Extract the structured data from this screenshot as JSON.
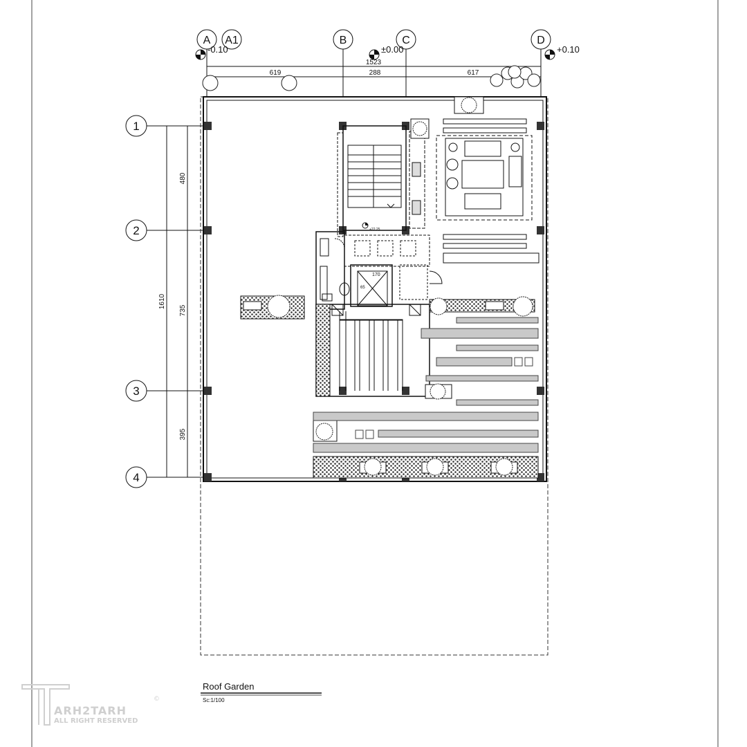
{
  "grid": {
    "cols": [
      "A",
      "A1",
      "B",
      "C",
      "D"
    ],
    "rows": [
      "1",
      "2",
      "3",
      "4"
    ]
  },
  "levels": {
    "left": "-0.10",
    "center": "±0.00",
    "right": "+0.10",
    "interior": "+22.25"
  },
  "dims": {
    "top_total": "1523",
    "top_1": "619",
    "top_2": "288",
    "top_3": "617",
    "left_total": "1610",
    "left_1": "480",
    "left_2": "735",
    "left_3": "395",
    "elevator_w": "170",
    "elevator_h": "65"
  },
  "title": "Roof Garden",
  "scale": "Sc:1/100",
  "watermark": {
    "brand": "ARH2TARH",
    "sub": "ALL RIGHT RESERVED",
    "mark": "©"
  }
}
